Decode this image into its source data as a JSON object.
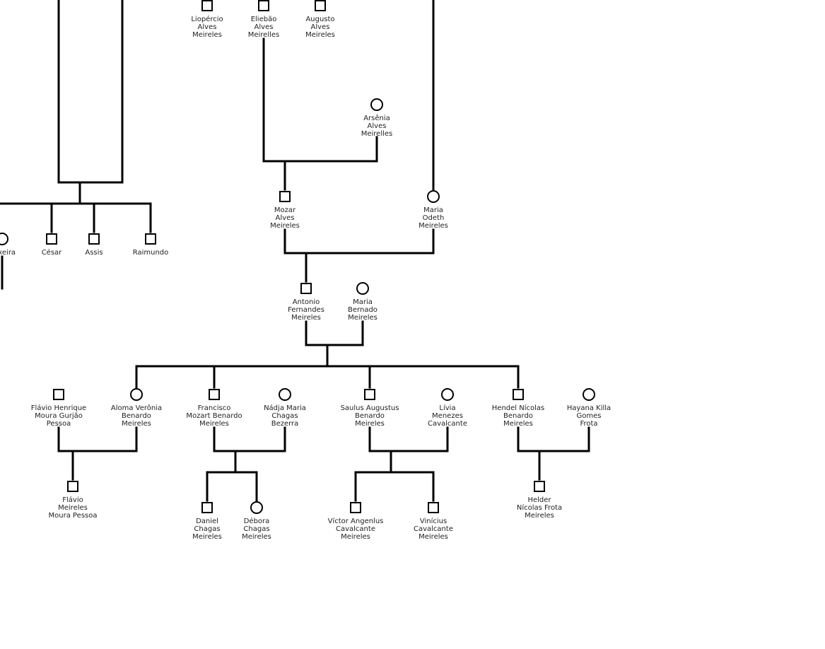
{
  "background_color": "#ffffff",
  "line_color": "#000000",
  "people": [
    {
      "id": "lioper",
      "sex": "male",
      "label": [
        "Liopércio",
        "Alves",
        "Meireles"
      ]
    },
    {
      "id": "eliebao",
      "sex": "male",
      "label": [
        "Eliebão",
        "Alves",
        "Meirelles"
      ]
    },
    {
      "id": "augusto",
      "sex": "male",
      "label": [
        "Augusto",
        "Alves",
        "Meireles"
      ]
    },
    {
      "id": "arsenia",
      "sex": "female",
      "label": [
        "Arsênia",
        "Alves",
        "Meirelles"
      ]
    },
    {
      "id": "mozar",
      "sex": "male",
      "label": [
        "Mozar",
        "Alves",
        "Meireles"
      ]
    },
    {
      "id": "mariaodeth",
      "sex": "female",
      "label": [
        "Maria",
        "Odeth",
        "Meireles"
      ]
    },
    {
      "id": "teixeira",
      "sex": "female",
      "label": [
        "Teixeira"
      ]
    },
    {
      "id": "cesar",
      "sex": "male",
      "label": [
        "César"
      ]
    },
    {
      "id": "assis",
      "sex": "male",
      "label": [
        "Assis"
      ]
    },
    {
      "id": "raimundo",
      "sex": "male",
      "label": [
        "Raimundo"
      ]
    },
    {
      "id": "antonio",
      "sex": "male",
      "label": [
        "Antonio",
        "Fernandes",
        "Meireles"
      ]
    },
    {
      "id": "mariabernado",
      "sex": "female",
      "label": [
        "Maria",
        "Bernado",
        "Meireles"
      ]
    },
    {
      "id": "flavioh",
      "sex": "male",
      "label": [
        "Flávio Henrique",
        "Moura Gurjão",
        "Pessoa"
      ]
    },
    {
      "id": "aloma",
      "sex": "female",
      "label": [
        "Aloma Verônia",
        "Benardo",
        "Meireles"
      ]
    },
    {
      "id": "francisco",
      "sex": "male",
      "label": [
        "Francisco",
        "Mozart Benardo",
        "Meireles"
      ]
    },
    {
      "id": "nadja",
      "sex": "female",
      "label": [
        "Nádja Maria",
        "Chagas",
        "Bezerra"
      ]
    },
    {
      "id": "saulus",
      "sex": "male",
      "label": [
        "Saulus Augustus",
        "Benardo",
        "Meireles"
      ]
    },
    {
      "id": "livia",
      "sex": "female",
      "label": [
        "Lívia",
        "Menezes",
        "Cavalcante"
      ]
    },
    {
      "id": "hendel",
      "sex": "male",
      "label": [
        "Hendel Nícolas",
        "Benardo",
        "Meireles"
      ]
    },
    {
      "id": "hayana",
      "sex": "female",
      "label": [
        "Hayana Killa",
        "Gomes",
        "Frota"
      ]
    },
    {
      "id": "flavio",
      "sex": "male",
      "label": [
        "Flávio",
        "Meireles",
        "Moura Pessoa"
      ]
    },
    {
      "id": "daniel",
      "sex": "male",
      "label": [
        "Daniel",
        "Chagas",
        "Meireles"
      ]
    },
    {
      "id": "debora",
      "sex": "female",
      "label": [
        "Débora",
        "Chagas",
        "Meireles"
      ]
    },
    {
      "id": "victor",
      "sex": "male",
      "label": [
        "Víctor Angenlus",
        "Cavalcante",
        "Meireles"
      ]
    },
    {
      "id": "vinicius",
      "sex": "male",
      "label": [
        "Vinícius",
        "Cavalcante",
        "Meireles"
      ]
    },
    {
      "id": "helder",
      "sex": "male",
      "label": [
        "Helder",
        "Nícolas Frota",
        "Meireles"
      ]
    }
  ]
}
